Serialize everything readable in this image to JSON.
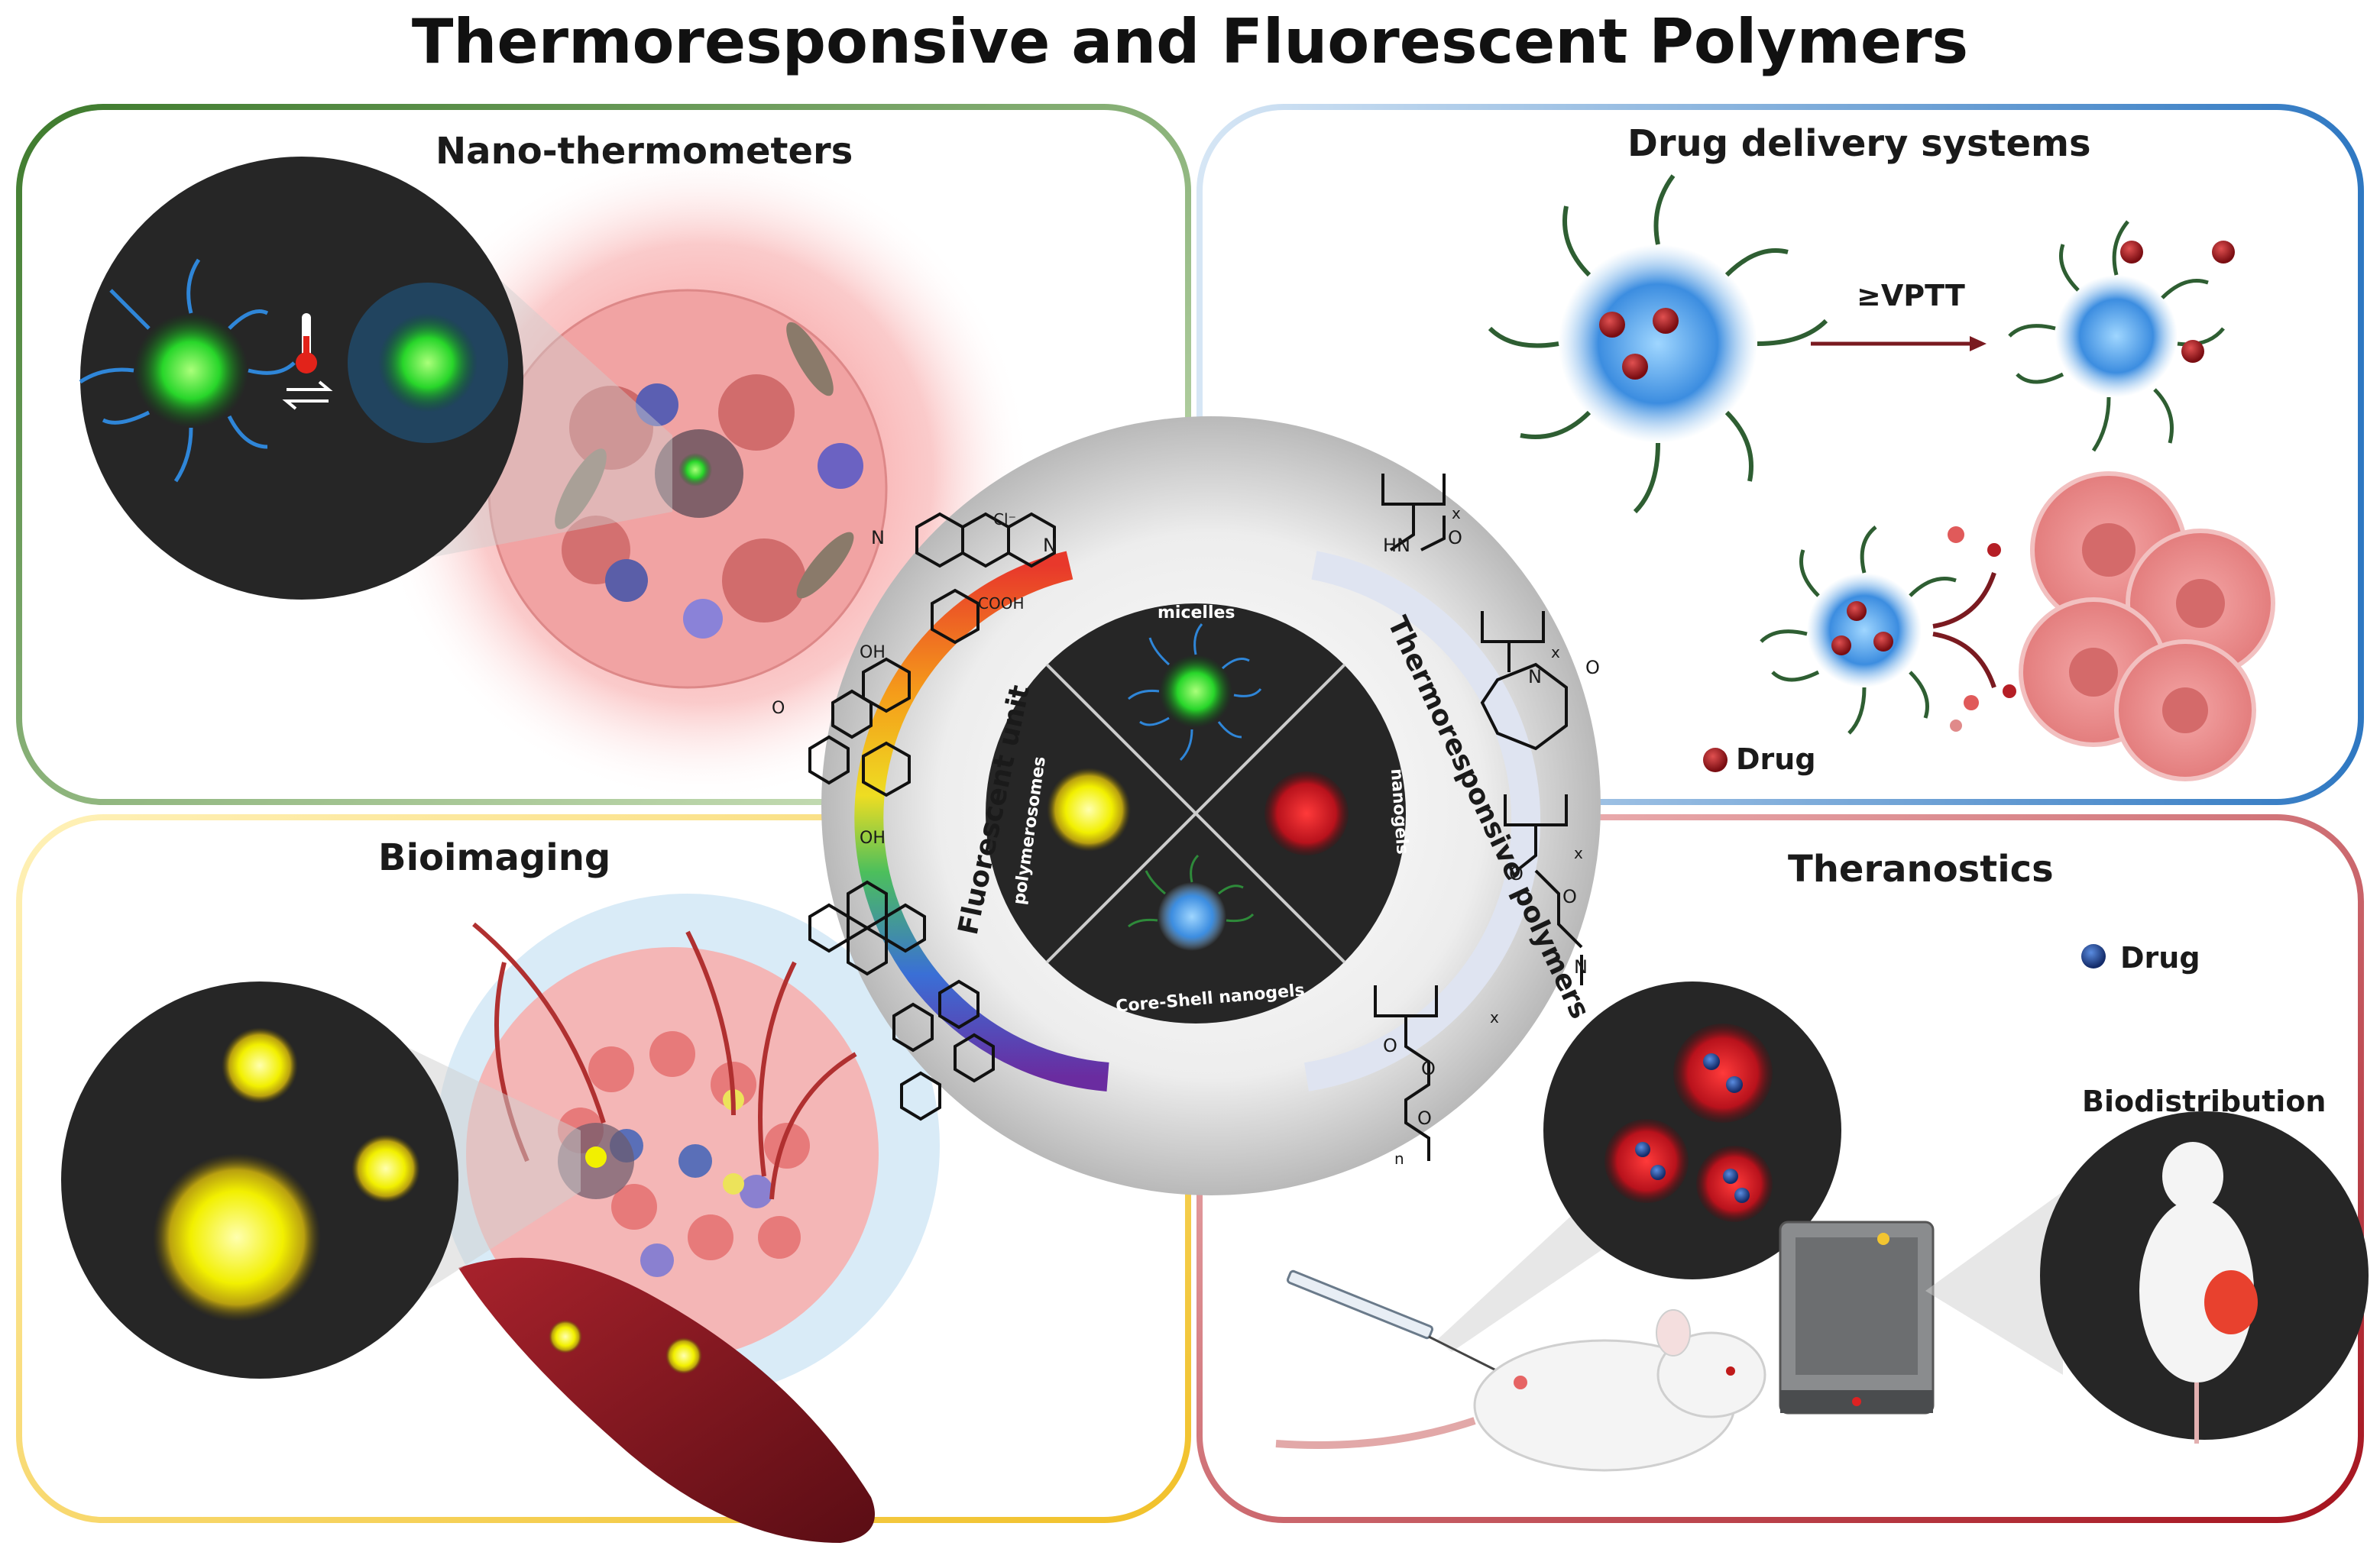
{
  "title": "Thermoresponsive and Fluorescent Polymers",
  "panels": {
    "nano_thermometers": {
      "title": "Nano-thermometers",
      "color": "#4e8a3a"
    },
    "drug_delivery": {
      "title": "Drug delivery systems",
      "color": "#3f7fc4",
      "trigger_label": "≥VPTT",
      "legend_label": "Drug"
    },
    "bioimaging": {
      "title": "Bioimaging",
      "color": "#f2c531"
    },
    "theranostics": {
      "title": "Theranostics",
      "color": "#b8202a",
      "legend_label": "Drug",
      "biodistribution_label": "Biodistribution"
    }
  },
  "center": {
    "left_arc_label": "Fluorescent unit",
    "right_arc_label": "Thermoresponsive polymers",
    "quadrants": {
      "top": "micelles",
      "left": "polymerosomes",
      "right": "nanogels",
      "bottom": "Core-Shell nanogels"
    },
    "chem_labels": {
      "chloride": "Cl⁻",
      "cooh": "COOH",
      "oh_top": "OH",
      "oh_bottom": "OH",
      "carbonyl_o": "O",
      "n_rhodamine": "N",
      "n_rhodamine_plus": "N",
      "hn": "HN",
      "o_amide": "O",
      "n_lactam": "N",
      "o_lactam": "O",
      "o_ester1": "O",
      "o_ester2": "O",
      "n_amine": "N",
      "o_peg1": "O",
      "o_peg2": "O",
      "o_peg3": "O",
      "x1": "x",
      "x2": "x",
      "x3": "x",
      "x4": "x",
      "n_sub": "n"
    }
  }
}
